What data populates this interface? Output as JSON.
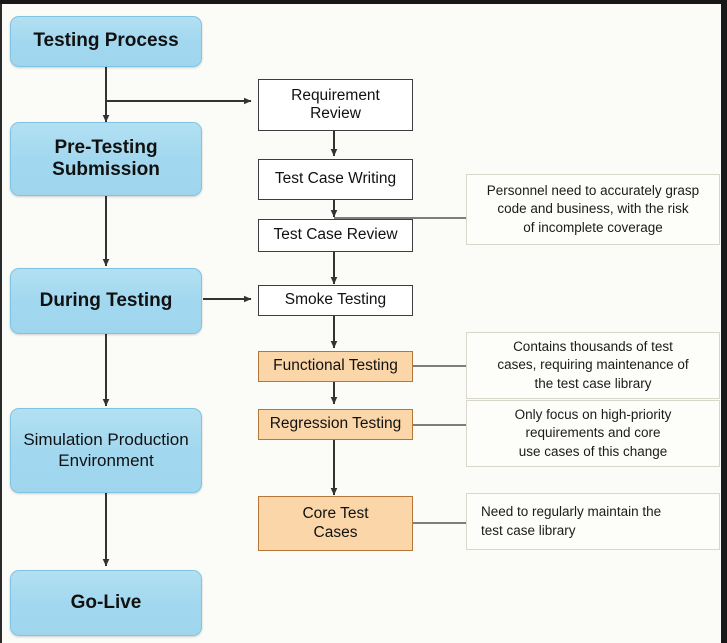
{
  "diagram": {
    "title": "Testing Process",
    "colors": {
      "phase_fill": "#a2d8ef",
      "phase_border": "#7fc4e3",
      "step_fill": "#ffffff",
      "step_border": "#3d3d3d",
      "highlight_fill": "#fbd6a8",
      "highlight_border": "#b5763a",
      "note_fill": "#fdfdfa",
      "note_border": "#d9d6cc",
      "background": "#fbfbf7",
      "connector": "#333333"
    },
    "phases": [
      {
        "id": "testing-process",
        "label": "Testing Process"
      },
      {
        "id": "pre-testing-submission",
        "label": "Pre-Testing\nSubmission"
      },
      {
        "id": "during-testing",
        "label": "During Testing"
      },
      {
        "id": "simulation-production-environment",
        "label": "Simulation Production\nEnvironment"
      },
      {
        "id": "go-live",
        "label": "Go-Live"
      }
    ],
    "steps": [
      {
        "id": "requirement-review",
        "label": "Requirement\nReview",
        "kind": "plain"
      },
      {
        "id": "test-case-writing",
        "label": "Test Case Writing",
        "kind": "plain"
      },
      {
        "id": "test-case-review",
        "label": "Test Case Review",
        "kind": "plain"
      },
      {
        "id": "smoke-testing",
        "label": "Smoke Testing",
        "kind": "plain"
      },
      {
        "id": "functional-testing",
        "label": "Functional Testing",
        "kind": "highlight"
      },
      {
        "id": "regression-testing",
        "label": "Regression Testing",
        "kind": "highlight"
      },
      {
        "id": "core-test-cases",
        "label": "Core Test\nCases",
        "kind": "highlight"
      }
    ],
    "notes": [
      {
        "id": "note-test-case-review",
        "text": "Personnel need to accurately grasp\ncode and business, with the risk\nof incomplete coverage",
        "attaches_to": "test-case-review",
        "align": "center"
      },
      {
        "id": "note-functional-testing",
        "text": "Contains thousands of test\ncases, requiring maintenance of\nthe test case library",
        "attaches_to": "functional-testing",
        "align": "center"
      },
      {
        "id": "note-regression-testing",
        "text": "Only focus on high-priority\nrequirements and core\nuse cases of this change",
        "attaches_to": "regression-testing",
        "align": "center"
      },
      {
        "id": "note-core-test-cases",
        "text": "Need to regularly maintain the\ntest case library",
        "attaches_to": "core-test-cases",
        "align": "left"
      }
    ]
  }
}
